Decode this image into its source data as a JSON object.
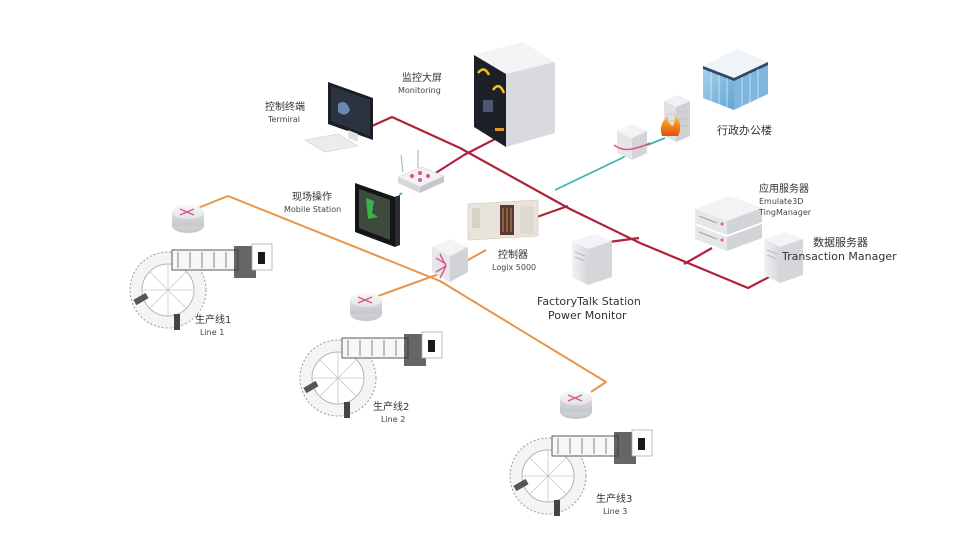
{
  "title": "Factory network topology",
  "colors": {
    "control_network": "#b0213a",
    "field_network": "#e8944a",
    "office_link": "#3fb3b0",
    "device_body": "#e9eaec",
    "router_accent": "#d9588a"
  },
  "nodes": {
    "monitoring": {
      "cn": "监控大屏",
      "en": "Monitoring",
      "icon": "display-wall-icon"
    },
    "terminal": {
      "cn": "控制终端",
      "en": "Termiral",
      "icon": "workstation-icon"
    },
    "mobile_station": {
      "cn": "现场操作",
      "en": "Mobile Station",
      "icon": "tablet-icon"
    },
    "office": {
      "cn": "行政办公楼",
      "icon": "office-building-icon"
    },
    "firewall": {
      "icon": "firewall-icon"
    },
    "core_switch": {
      "icon": "switch-icon"
    },
    "wireless_ap": {
      "icon": "wireless-router-icon"
    },
    "app_server": {
      "cn": "应用服务器",
      "en1": "Emulate3D",
      "en2": "TingManager",
      "icon": "rack-server-icon"
    },
    "data_server": {
      "cn": "数据服务器",
      "en": "Transaction Manager",
      "icon": "tower-server-icon"
    },
    "factorytalk": {
      "en1": "FactoryTalk Station",
      "en2": "Power Monitor",
      "icon": "tower-server-icon"
    },
    "controller": {
      "cn": "控制器",
      "en": "Logix 5000",
      "icon": "plc-icon"
    },
    "field_switch": {
      "icon": "switch-icon"
    },
    "line1": {
      "cn": "生产线1",
      "en": "Line 1",
      "icon": "production-line-icon"
    },
    "line2": {
      "cn": "生产线2",
      "en": "Line 2",
      "icon": "production-line-icon"
    },
    "line3": {
      "cn": "生产线3",
      "en": "Line 3",
      "icon": "production-line-icon"
    },
    "router1": {
      "icon": "router-icon"
    },
    "router2": {
      "icon": "router-icon"
    },
    "router3": {
      "icon": "router-icon"
    }
  },
  "links": {
    "control_network": "red backbone connecting terminal, monitoring, wireless AP, controller, FactoryTalk, app server, data server",
    "field_network": "orange links connecting routers of line 1-3 and field switch",
    "office_link": "teal link from backbone to core switch and firewall to office"
  }
}
